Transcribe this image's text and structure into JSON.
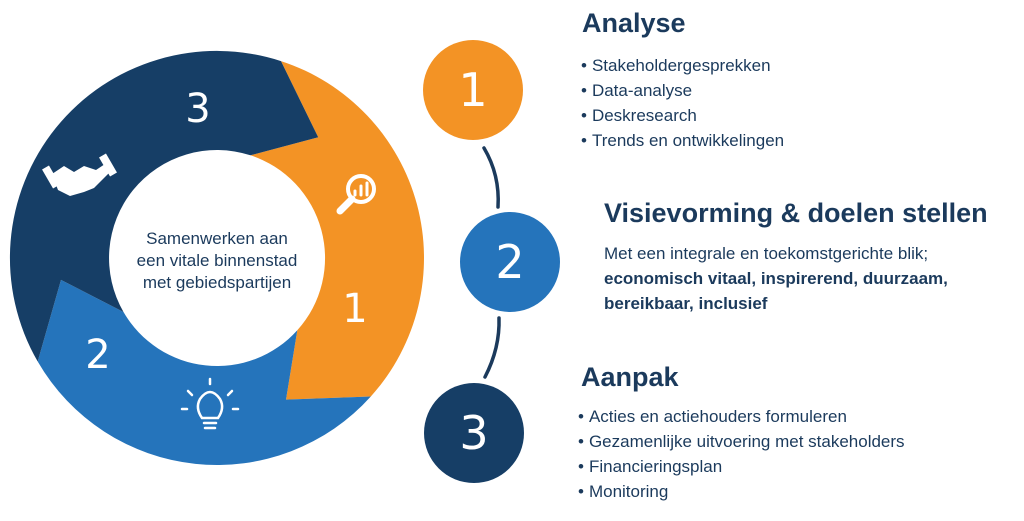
{
  "cycle": {
    "center_lines": [
      "Samenwerken aan",
      "een vitale binnenstad",
      "met gebiedspartijen"
    ],
    "segments": [
      {
        "number": "1",
        "color": "#f39325",
        "icon": "analytics-magnifier-icon"
      },
      {
        "number": "2",
        "color": "#2574bb",
        "icon": "lightbulb-icon"
      },
      {
        "number": "3",
        "color": "#163e66",
        "icon": "handshake-icon"
      }
    ]
  },
  "steps": [
    {
      "number": "1",
      "title": "Analyse",
      "color": "#f39325",
      "items": [
        "Stakeholdergesprekken",
        "Data-analyse",
        "Deskresearch",
        "Trends en ontwikkelingen"
      ]
    },
    {
      "number": "2",
      "title": "Visievorming & doelen stellen",
      "color": "#2574bb",
      "description": "Met een integrale en toekomstgerichte blik;",
      "bold_lines": [
        "economisch vitaal, inspirerend, duurzaam,",
        "bereikbaar, inclusief"
      ]
    },
    {
      "number": "3",
      "title": "Aanpak",
      "color": "#163e66",
      "items": [
        "Acties en actiehouders formuleren",
        "Gezamenlijke uitvoering met stakeholders",
        "Financieringsplan",
        "Monitoring"
      ]
    }
  ],
  "colors": {
    "text": "#1b3a5c",
    "connector": "#1b3a5c"
  }
}
